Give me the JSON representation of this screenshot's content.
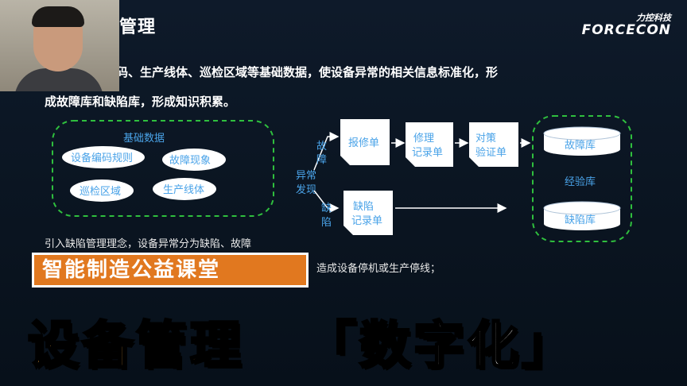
{
  "slide": {
    "title": "管理",
    "logo_cn": "力控科技",
    "logo_en": "FORCECON",
    "paragraph_line1": "现象、设备编码、生产线体、巡检区域等基础数据，使设备异常的相关信息标准化，形",
    "paragraph_line2": "成故障库和缺陷库，形成知识积累。"
  },
  "diagram": {
    "base_group_title": "基础数据",
    "base_items": [
      "设备编码规则",
      "故障现象",
      "巡检区域",
      "生产线体"
    ],
    "anomaly_label": [
      "异常",
      "发现"
    ],
    "fault_branch": [
      "故",
      "障"
    ],
    "defect_branch": [
      "缺",
      "陷"
    ],
    "doc_report": "报修单",
    "doc_repair": [
      "修理",
      "记录单"
    ],
    "doc_verify": [
      "对策",
      "验证单"
    ],
    "doc_defect": [
      "缺陷",
      "记录单"
    ],
    "db_fault": "故障库",
    "db_experience": "经验库",
    "db_defect": "缺陷库"
  },
  "bullets": {
    "line1": "引入缺陷管理理念，设备异常分为缺陷、故障",
    "line2": "造成设备停机或生产停线；"
  },
  "overlay": {
    "banner": "智能制造公益课堂",
    "headline_left": "设备管理",
    "headline_right": "「数字化」"
  }
}
